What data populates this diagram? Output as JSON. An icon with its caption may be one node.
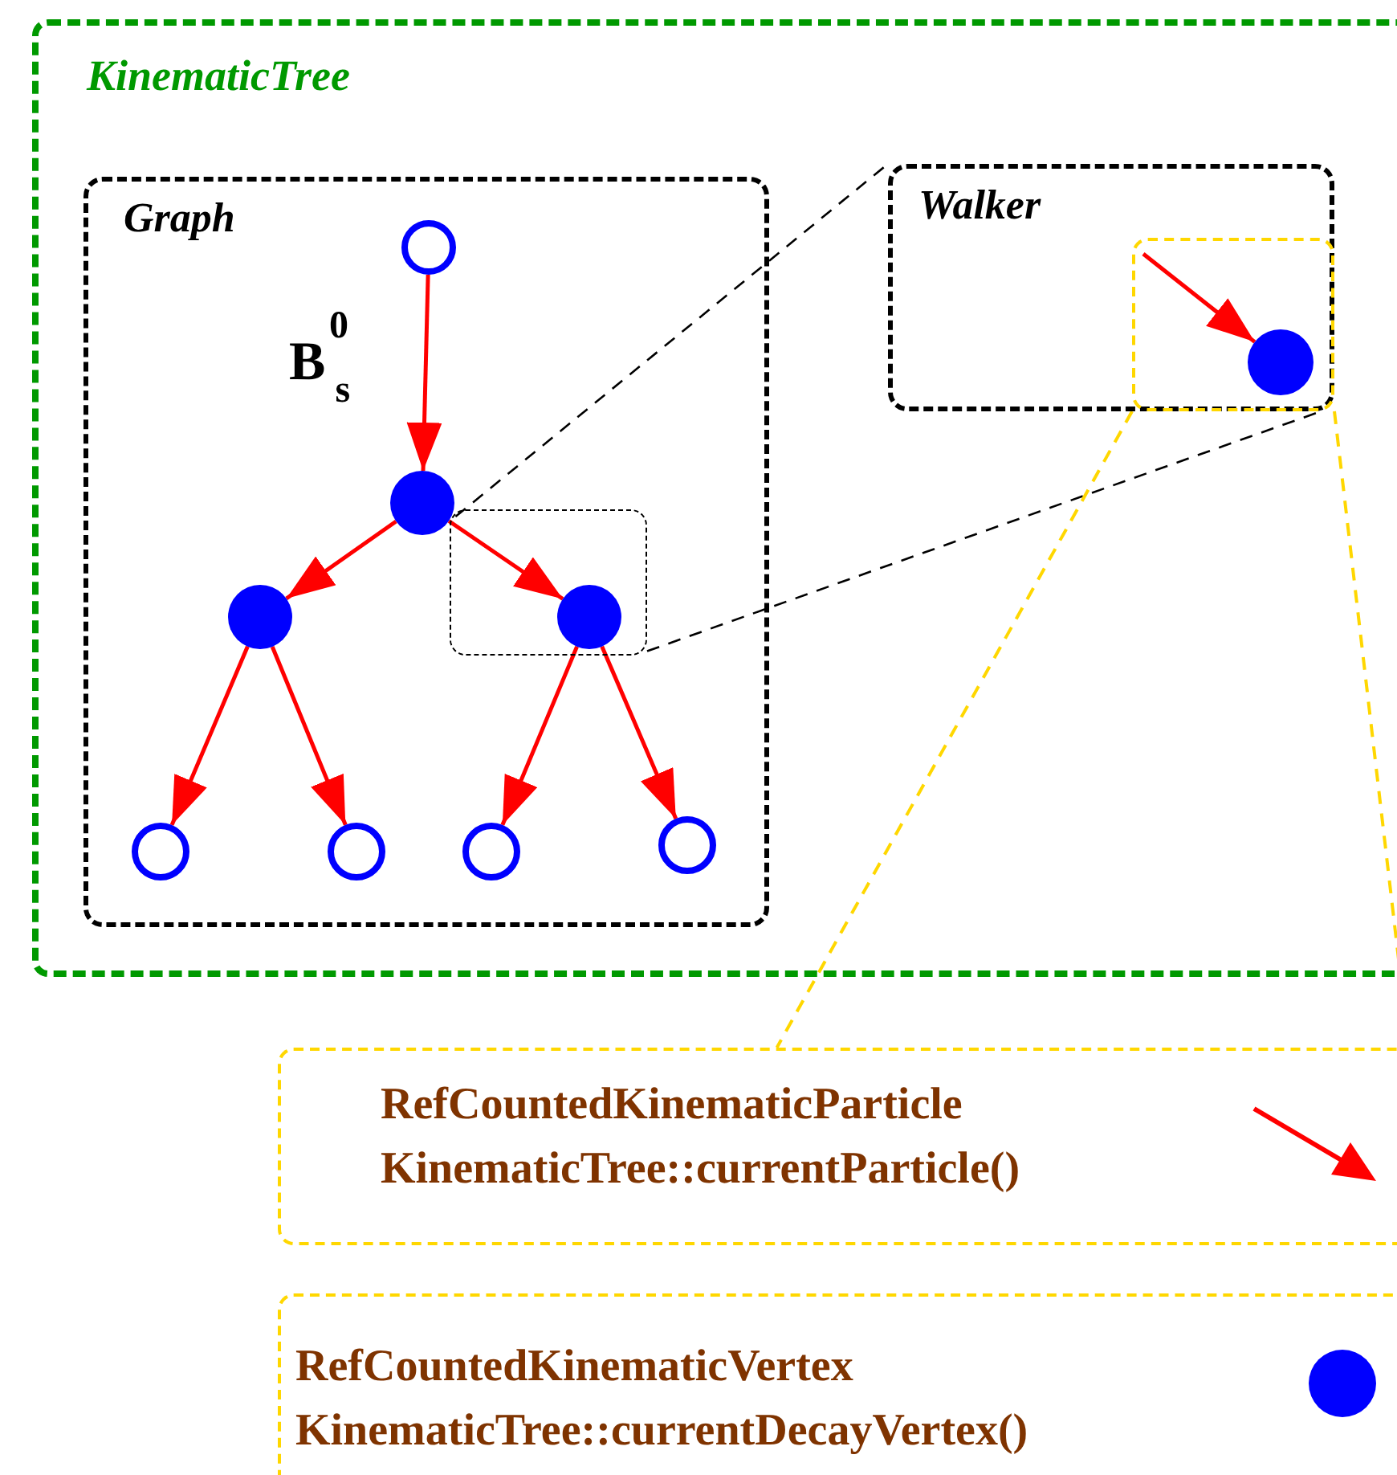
{
  "diagram": {
    "nodes": [
      {
        "text": [
          "KinematicTree"
        ]
      },
      {
        "text": [
          "Graph"
        ],
        "in": 0
      },
      {
        "text": [],
        "shape": "circle",
        "in": 1
      },
      {
        "text": [],
        "shape": "circle",
        "in": 1
      },
      {
        "text": [],
        "shape": "circle",
        "in": 1
      },
      {
        "text": [],
        "shape": "box",
        "in": 1
      },
      {
        "text": [],
        "shape": "circle",
        "in": 5
      },
      {
        "text": [],
        "shape": "circle",
        "in": 1
      },
      {
        "text": [],
        "shape": "circle",
        "in": 1
      },
      {
        "text": [],
        "shape": "circle",
        "in": 1
      },
      {
        "text": [],
        "shape": "circle",
        "in": 1
      },
      {
        "text": [
          "Walker"
        ],
        "in": 0
      },
      {
        "text": [],
        "shape": "box",
        "in": 11
      },
      {
        "text": [],
        "shape": "circle",
        "in": 12
      },
      {
        "text": [
          "RefCountedKinematicParticle",
          "KinematicTree::currentParticle()"
        ]
      },
      {
        "text": [
          "RefCountedKinematicVertex",
          "KinematicTree::currentDecayVertex()"
        ]
      }
    ],
    "edges": [
      {
        "from": 2,
        "to": 3,
        "arrow": "to",
        "label": "B$_{s}$$^{0}$"
      },
      {
        "from": 3,
        "to": 4,
        "arrow": "to"
      },
      {
        "from": 3,
        "to": 6,
        "arrow": "to"
      },
      {
        "from": 4,
        "to": 7,
        "arrow": "to"
      },
      {
        "from": 4,
        "to": 8,
        "arrow": "to"
      },
      {
        "from": 6,
        "to": 9,
        "arrow": "to"
      },
      {
        "from": 6,
        "to": 10,
        "arrow": "to"
      },
      {
        "from": null,
        "to": 13,
        "arrow": "to"
      },
      {
        "from": 5,
        "to": 11,
        "arrow": "none",
        "style": "dashed",
        "color": "#000000"
      },
      {
        "from": 5,
        "to": 11,
        "arrow": "none",
        "style": "dashed",
        "color": "#000000"
      },
      {
        "from": 12,
        "to": 14,
        "arrow": "none",
        "style": "dashed",
        "color": "#ffd700"
      },
      {
        "from": 12,
        "to": 14,
        "arrow": "none",
        "style": "dashed",
        "color": "#ffd700"
      }
    ]
  }
}
